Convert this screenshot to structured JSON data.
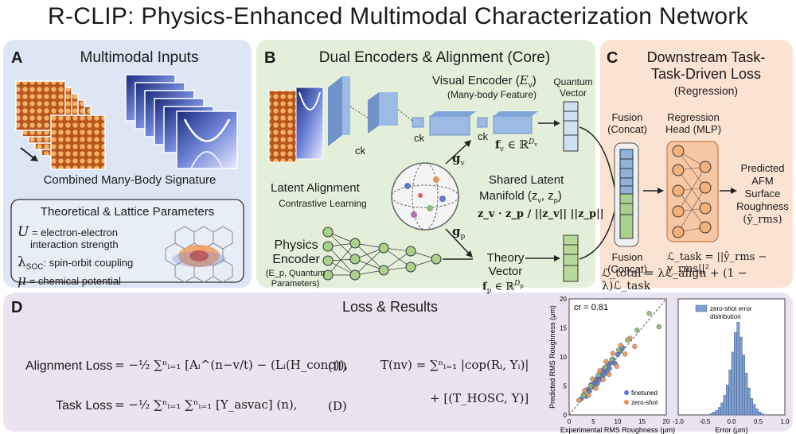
{
  "title": "R-CLIP: Physics-Enhanced Multimodal Characterization Network",
  "panel_a": {
    "letter": "A",
    "title": "Multimodal Inputs",
    "signature_label": "Combined Many-Body Signature",
    "params_title": "Theoretical & Lattice Parameters",
    "u_symbol": "U",
    "u_text": "= electron-electron",
    "u_text2": "interaction strength",
    "soc_symbol": "λ",
    "soc_sub": "SOC",
    "soc_text": ": spin-orbit coupling",
    "mu_symbol": "μ",
    "mu_text": "= chemical potential"
  },
  "panel_b": {
    "letter": "B",
    "title": "Dual Encoders & Alignment (Core)",
    "visual_encoder": "Visual Encoder (",
    "visual_encoder_sym": "E",
    "visual_encoder_sub": "v",
    "visual_encoder_close": ")",
    "visual_encoder_sub2": "(Many-body Feature)",
    "quantum_vector": "Quantum Vector",
    "ck1": "ck",
    "ck2": "ck",
    "ck3": "ck",
    "fv": "f",
    "fv_sub": "v",
    "fv_in": "∈ ℝ",
    "fv_sup": "D",
    "fv_sup_sub": "v",
    "gv": "g",
    "gv_sub": "v",
    "gp": "g",
    "gp_sub": "p",
    "latent_alignment": "Latent Alignment",
    "contrastive": "Contrastive Learning",
    "shared_latent": "Shared Latent",
    "manifold": "Manifold (z",
    "manifold_tail": ", z",
    "manifold_close": ")",
    "similarity": "z_v · z_p / ||z_v|| ||z_p||",
    "physics_encoder": "Physics",
    "physics_encoder2": "Encoder",
    "ep_label": "(E_p, Quantum",
    "ep_label2": "Parameters)",
    "theory_vector": "Theory",
    "theory_vector2": "Vector",
    "fp": "f",
    "fp_sub": "p",
    "fp_in": "∈ ℝ",
    "fp_sup": "D",
    "fp_sup_sub": "p"
  },
  "panel_c": {
    "letter": "C",
    "title_line1": "Downstream Task-",
    "title_line2": "Task-Driven Loss",
    "subtitle": "(Regression)",
    "fusion_top": "Fusion",
    "fusion_top2": "(Concat)",
    "fusion_bottom": "Fusion",
    "fusion_bottom2": "(Concat)",
    "regression_head": "Regression",
    "regression_head2": "Head (MLP)",
    "predicted": [
      "Predicted",
      "AFM",
      "Surface",
      "Roughness"
    ],
    "predicted_sym": "(ŷ_rms)",
    "task_loss": "ℒ_task = ||ŷ_rms − y_rms||²",
    "total_loss": "ℒ_total = λℒ_align + (1 − λ)ℒ_task"
  },
  "panel_d": {
    "letter": "D",
    "title": "Loss & Results",
    "alignment_loss_label": "Alignment Loss",
    "alignment_loss_eq": "= −½ ∑ⁿᵢ₌₁ [Aᵢ^(n−v/t) − (Lᵢ(H_conc)),",
    "alignment_tag": "(II)",
    "task_loss_label": "Task Loss",
    "task_loss_eq": "= −½ ∑ⁿᵢ₌₁ ∑ⁿᵢ₌₁ [Y_asvac] (n),",
    "task_tag": "(D)",
    "t_eq_line1": "T(nv) = ∑ⁿᵢ₌₁ |cop(Rᵢ, Yᵢ)|",
    "t_eq_line2": "+ [(T_HOSC, Y)]"
  },
  "chart_data": [
    {
      "type": "scatter",
      "annotation": "cr = 0.81",
      "xlabel": "Experimental RMS Roughness (μm)",
      "ylabel": "Predicted RMS Roughness (μm)",
      "xlim": [
        0,
        20
      ],
      "ylim": [
        0,
        20
      ],
      "xticks": [
        0,
        5,
        10,
        15,
        20
      ],
      "yticks": [
        0,
        5,
        10,
        15,
        20
      ],
      "legend": "bottom-right",
      "series": [
        {
          "name": "finetuned",
          "color": "#5b79c0",
          "x": [
            2.5,
            3,
            3.5,
            3.8,
            4.2,
            4.5,
            5,
            5.2,
            5.5,
            5.8,
            6,
            6.2,
            6.5,
            6.8,
            7,
            7.2,
            7.5,
            7.8,
            8,
            8.3,
            8.6,
            9,
            9.4,
            10,
            10.5,
            11
          ],
          "y": [
            2.8,
            3.5,
            3.2,
            4.4,
            4.1,
            5.2,
            4.8,
            5.6,
            6.1,
            5.4,
            6.6,
            6.0,
            7.2,
            6.5,
            7.8,
            7.0,
            8.1,
            7.4,
            8.6,
            8.0,
            9.0,
            9.6,
            8.9,
            10.4,
            11,
            11.6
          ]
        },
        {
          "name": "zero-shot",
          "color": "#e8935a",
          "x": [
            2,
            3.2,
            4,
            4.8,
            5.5,
            6.3,
            7,
            7.6,
            8.2,
            9,
            9.8,
            10.6,
            11.5,
            12.5,
            13.5
          ],
          "y": [
            2.5,
            4.2,
            3.4,
            6.2,
            4.6,
            7.6,
            6.1,
            9.2,
            7.0,
            10.6,
            8.4,
            12.0,
            10.5,
            13.2,
            11.8
          ]
        },
        {
          "name": "",
          "color": "#8fb873",
          "x": [
            3,
            4.5,
            6,
            7.4,
            8.8,
            10.2,
            12,
            14,
            16.5,
            18.5
          ],
          "y": [
            3.4,
            5.0,
            6.9,
            8.2,
            9.6,
            11.2,
            12.9,
            14.6,
            17.5,
            15.2
          ]
        }
      ]
    },
    {
      "type": "bar",
      "legend_label": "zero-shot error distribution",
      "xlabel": "Error (μm)",
      "xlim": [
        -1.0,
        1.0
      ],
      "xticks": [
        -1.0,
        -0.5,
        0.0,
        0.5,
        1.0
      ],
      "bin_width": 0.05,
      "bins_start": -0.4,
      "values": [
        1,
        2,
        3,
        5,
        8,
        13,
        20,
        30,
        42,
        55,
        62,
        52,
        40,
        28,
        18,
        11,
        7,
        4,
        2,
        1
      ]
    }
  ],
  "colors": {
    "panel_a": "#dde6f4",
    "panel_b": "#e3efd9",
    "panel_c": "#fbe3d3",
    "panel_d": "#ebe3f0",
    "encoder_blue": "#8fb1dc",
    "node_green": "#a9d18e",
    "node_orange": "#f5b07b"
  }
}
